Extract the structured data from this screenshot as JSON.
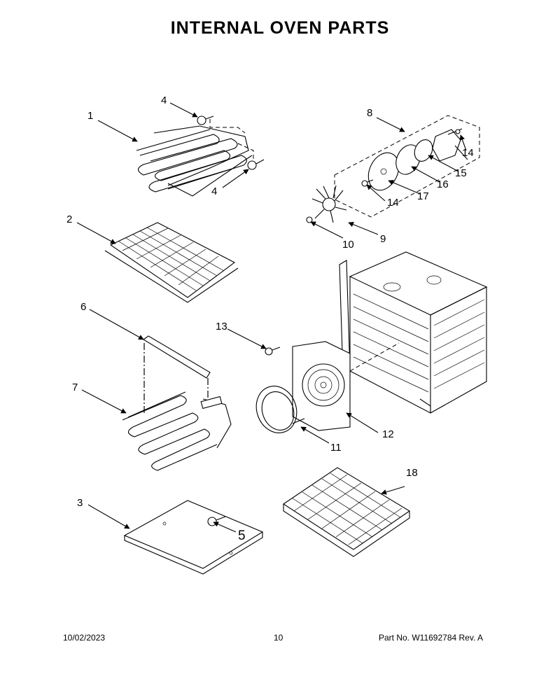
{
  "title": "INTERNAL OVEN PARTS",
  "callouts": {
    "c1": "1",
    "c2": "2",
    "c3": "3",
    "c4a": "4",
    "c4b": "4",
    "c5": "5",
    "c6": "6",
    "c7": "7",
    "c8": "8",
    "c9": "9",
    "c10": "10",
    "c11": "11",
    "c12": "12",
    "c13": "13",
    "c14a": "14",
    "c14b": "14",
    "c15": "15",
    "c16": "16",
    "c17": "17",
    "c18": "18"
  },
  "footer": {
    "date": "10/02/2023",
    "page": "10",
    "part": "Part No.  W11692784  Rev.  A"
  }
}
